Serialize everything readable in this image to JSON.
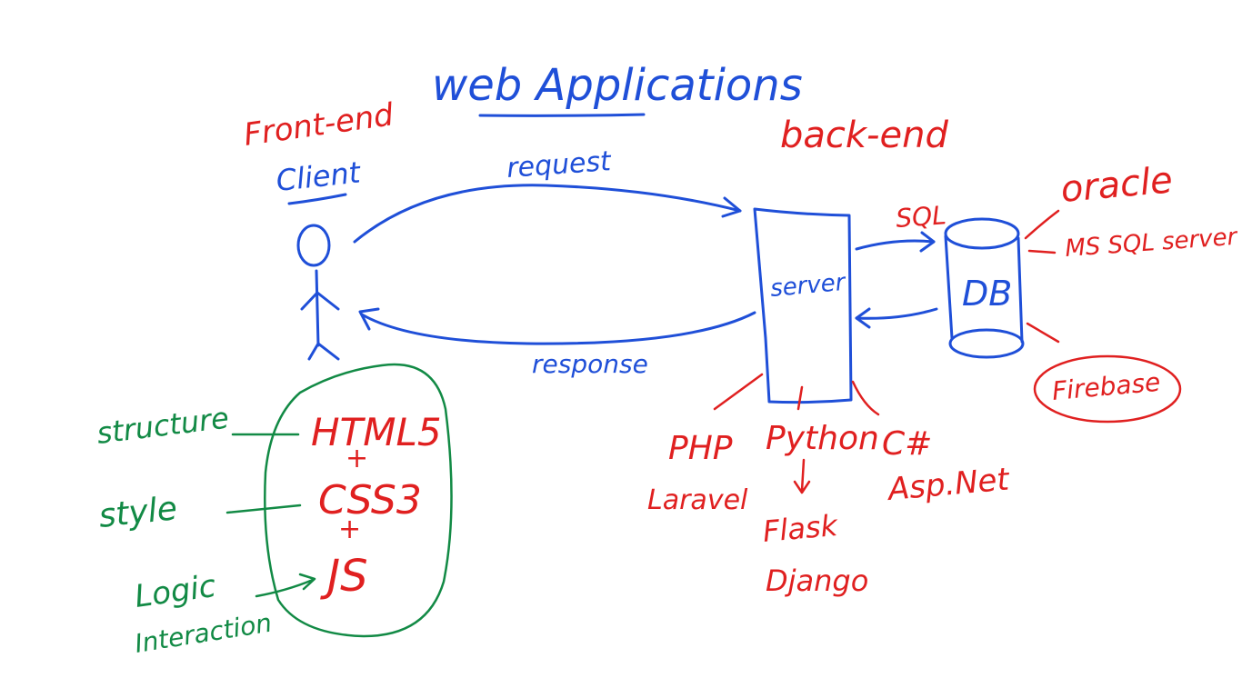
{
  "colors": {
    "blue": "#1f4fd8",
    "red": "#e02020",
    "green": "#128a45"
  },
  "title": "web Applications",
  "frontend": {
    "heading": "Front-end",
    "client_label": "Client"
  },
  "backend": {
    "heading": "back-end"
  },
  "flow": {
    "request": "request",
    "response": "response",
    "sql": "SQL"
  },
  "server": {
    "label": "server"
  },
  "database": {
    "label": "DB",
    "oracle": "oracle",
    "mssql": "MS SQL server",
    "firebase": "Firebase"
  },
  "languages": {
    "php": "PHP",
    "laravel": "Laravel",
    "python": "Python",
    "flask": "Flask",
    "django": "Django",
    "csharp": "C#",
    "aspnet": "Asp.Net"
  },
  "frontend_stack": {
    "html": "HTML5",
    "plus1": "+",
    "css": "CSS3",
    "plus2": "+",
    "js": "JS",
    "structure": "structure",
    "style": "style",
    "logic": "Logic",
    "interaction": "Interaction"
  }
}
